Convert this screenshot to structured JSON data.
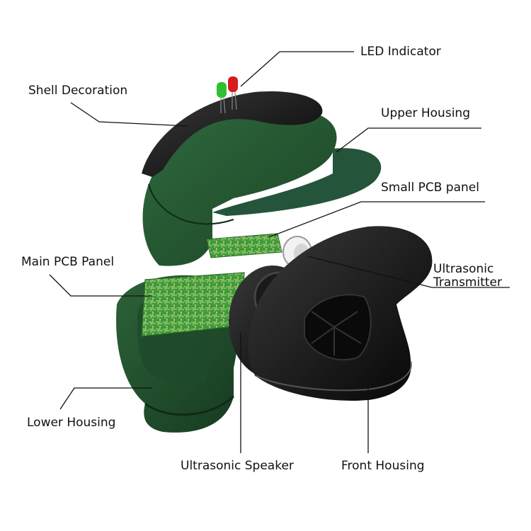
{
  "labels": {
    "led_indicator": "LED Indicator",
    "shell_decoration": "Shell Decoration",
    "upper_housing": "Upper Housing",
    "small_pcb_panel": "Small PCB panel",
    "main_pcb_panel": "Main PCB Panel",
    "ultrasonic_transmitter_line1": "Ultrasonic",
    "ultrasonic_transmitter_line2": "Transmitter",
    "lower_housing": "Lower Housing",
    "ultrasonic_speaker": "Ultrasonic Speaker",
    "front_housing": "Front Housing"
  },
  "colors": {
    "housing_green": "#2a5a36",
    "housing_dark_green": "#1a3d24",
    "pcb_green": "#3f9a3a",
    "shell_black": "#111111",
    "led_red": "#d61c1c",
    "led_green": "#2fbf2f",
    "leader_line": "#111111"
  }
}
